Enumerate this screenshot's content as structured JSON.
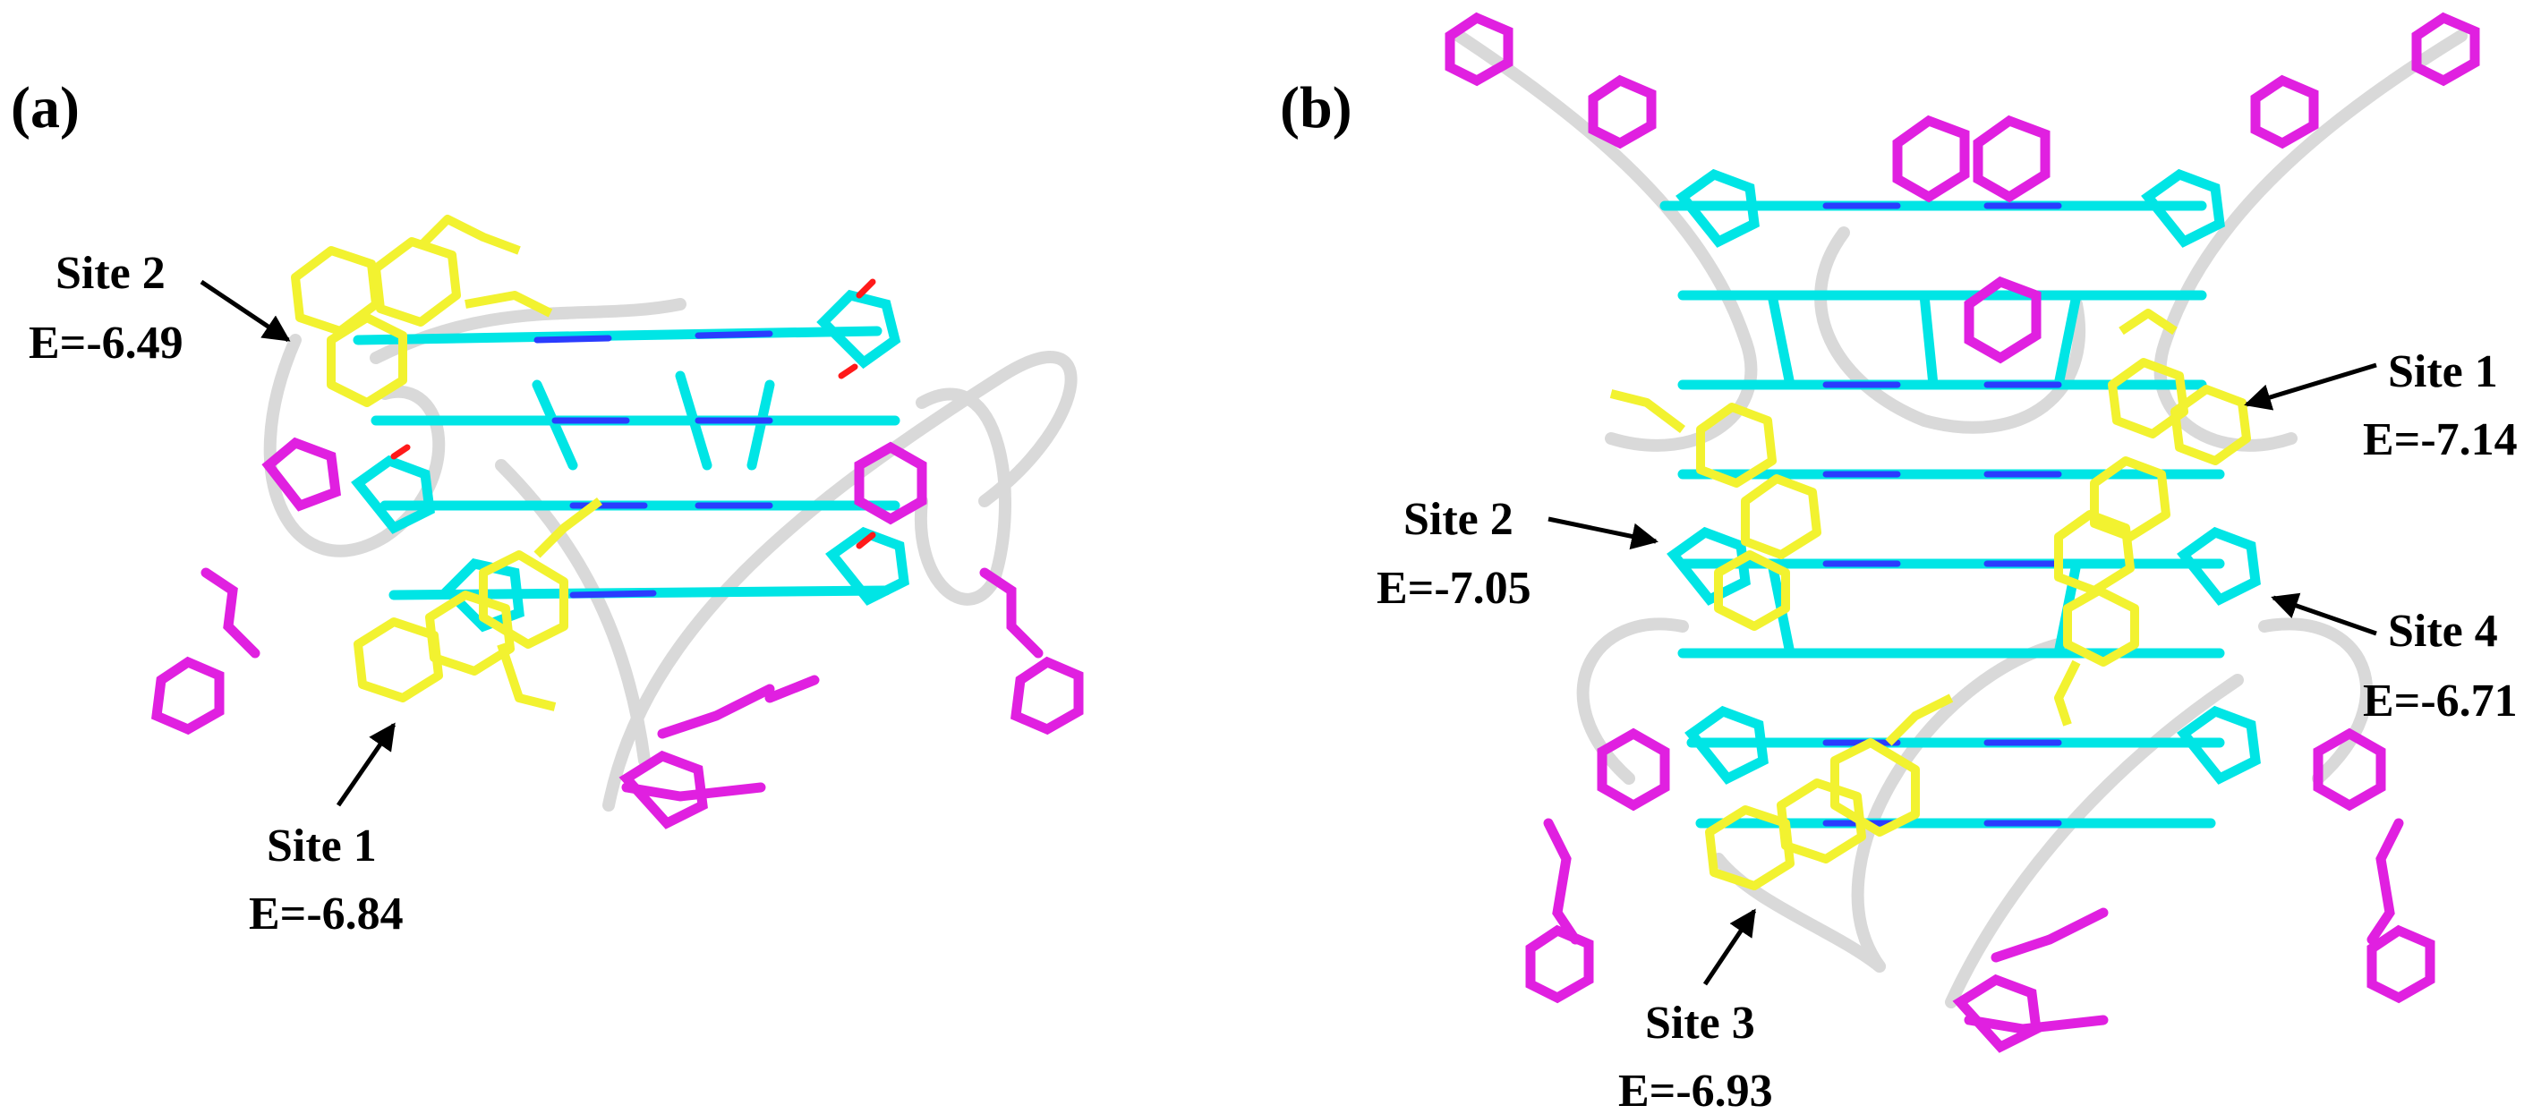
{
  "panels": [
    {
      "label": "(a)",
      "sites": [
        {
          "name": "Site 2",
          "energy": "E=-6.49"
        },
        {
          "name": "Site 1",
          "energy": "E=-6.84"
        }
      ]
    },
    {
      "label": "(b)",
      "sites": [
        {
          "name": "Site 1",
          "energy": "E=-7.14"
        },
        {
          "name": "Site 2",
          "energy": "E=-7.05"
        },
        {
          "name": "Site 4",
          "energy": "E=-6.71"
        },
        {
          "name": "Site 3",
          "energy": "E=-6.93"
        }
      ]
    }
  ],
  "colors": {
    "backbone_ribbon": "#d9d9d9",
    "stacked_bases": "#00e5e5",
    "loop_bases": "#e020e0",
    "ligand": "#f2f230",
    "oxygen": "#ff1a1a",
    "nitrogen": "#2a3cff"
  }
}
